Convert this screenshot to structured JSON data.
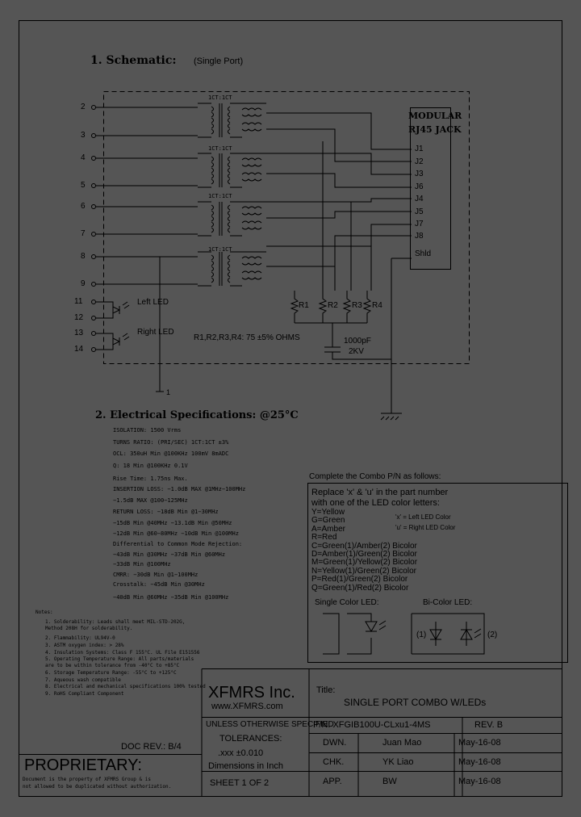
{
  "schematic": {
    "heading": "1. Schematic:",
    "subheading": "(Single Port)",
    "jack_title_1": "MODULAR",
    "jack_title_2": "RJ45 JACK",
    "jack_pins": [
      "J1",
      "J2",
      "J3",
      "J6",
      "J4",
      "J5",
      "J7",
      "J8",
      "Shld"
    ],
    "left_pins": [
      "2",
      "3",
      "4",
      "5",
      "6",
      "7",
      "8",
      "9"
    ],
    "led_pins": [
      "11",
      "12",
      "13",
      "14"
    ],
    "left_led_label": "Left LED",
    "right_led_label": "Right LED",
    "transformer_labels": [
      "1CT:1CT",
      "1CT:1CT",
      "1CT:1CT",
      "1CT:1CT"
    ],
    "resistors": [
      "R1",
      "R2",
      "R3",
      "R4"
    ],
    "resistor_note": "R1,R2,R3,R4: 75 ±5% OHMS",
    "cap_value_1": "1000pF",
    "cap_value_2": "2KV",
    "ground_pin": "1"
  },
  "electrical": {
    "heading": "2. Electrical   Specifications: @25°C",
    "lines": [
      "ISOLATION: 1500 Vrms",
      "TURNS RATIO: (PRI/SEC) 1CT:1CT ±3%",
      "OCL: 350uH Min @100KHz 100mV 8mADC",
      "Q: 18 Min @100KHz 0.1V",
      "Rise Time: 1.75ns Max.",
      "INSERTION LOSS: −1.0dB MAX @1MHz−100MHz",
      "                 −1.5dB MAX @100−125MHz",
      "RETURN LOSS: −18dB Min @1−30MHz",
      "      −15dB Min @40MHz  −13.1dB Min @50MHz",
      "      −12dB Min @60−80MHz  −10dB Min @100MHz",
      "Differential to Common Mode Rejection:",
      "          −43dB Min @30MHz −37dB Min @60MHz",
      "          −33dB Min @100MHz",
      "CMRR: −30dB Min @1−100MHz",
      "Crosstalk: −45dB Min @30MHz",
      "         −40dB Min @60MHz   −35dB Min @100MHz"
    ]
  },
  "combo": {
    "heading": "Complete the Combo P/N as follows:",
    "replace_1": "Replace 'x' & 'u' in the part number",
    "replace_2": "with one of the LED color letters:",
    "colors": [
      "Y=Yellow",
      "G=Green",
      "A=Amber",
      "R=Red",
      "C=Green(1)/Amber(2) Bicolor",
      "D=Amber(1)/Green(2) Bicolor",
      "M=Green(1)/Yellow(2) Bicolor",
      "N=Yellow(1)/Green(2) Bicolor",
      "P=Red(1)/Green(2) Bicolor",
      "Q=Green(1)/Red(2) Bicolor"
    ],
    "x_note": "'x' = Left LED Color",
    "u_note": "'u' = Right LED Color",
    "single_led": "Single Color LED:",
    "bicolor_led": "Bi-Color LED:",
    "bi_1": "(1)",
    "bi_2": "(2)"
  },
  "notes": {
    "heading": "Notes:",
    "items": [
      "1. Solderability: Leads shall meet MIL-STD-202G,",
      "    Method 208H for solderability.",
      "2. Flammability: UL94V-0",
      "3. ASTM oxygen index: > 28%",
      "4. Insulation Systems: Class F 155°C. UL File E151556",
      "5. Operating Temperature Range: All parts/materials",
      "    are to be within tolerance from -40°C to +85°C",
      "6. Storage Temperature Range: -55°C to +125°C",
      "7. Aqueous wash compatible",
      "8. Electrical and mechanical specifications 100% tested",
      "9. RoHS Compliant Component"
    ]
  },
  "titleblock": {
    "company": "XFMRS Inc.",
    "website": "www.XFMRS.com",
    "title_label": "Title:",
    "title": "SINGLE PORT COMBO W/LEDs",
    "pn": "P/N: XFGIB100U-CLxu1-4MS",
    "rev": "REV. B",
    "unless": "UNLESS OTHERWISE SPECIFIED",
    "tolerances": "TOLERANCES:",
    "tol_value": ".xxx ±0.010",
    "dimensions": "Dimensions in Inch",
    "sheet": "SHEET 1 OF 2",
    "dwn_label": "DWN.",
    "dwn_name": "Juan Mao",
    "dwn_date": "May-16-08",
    "chk_label": "CHK.",
    "chk_name": "YK Liao",
    "chk_date": "May-16-08",
    "app_label": "APP.",
    "app_name": "BW",
    "app_date": "May-16-08",
    "doc_rev": "DOC REV.: B/4",
    "proprietary": "PROPRIETARY:",
    "prop_1": "Document is the property of XFMRS Group & is",
    "prop_2": "not allowed to be duplicated without authorization."
  }
}
